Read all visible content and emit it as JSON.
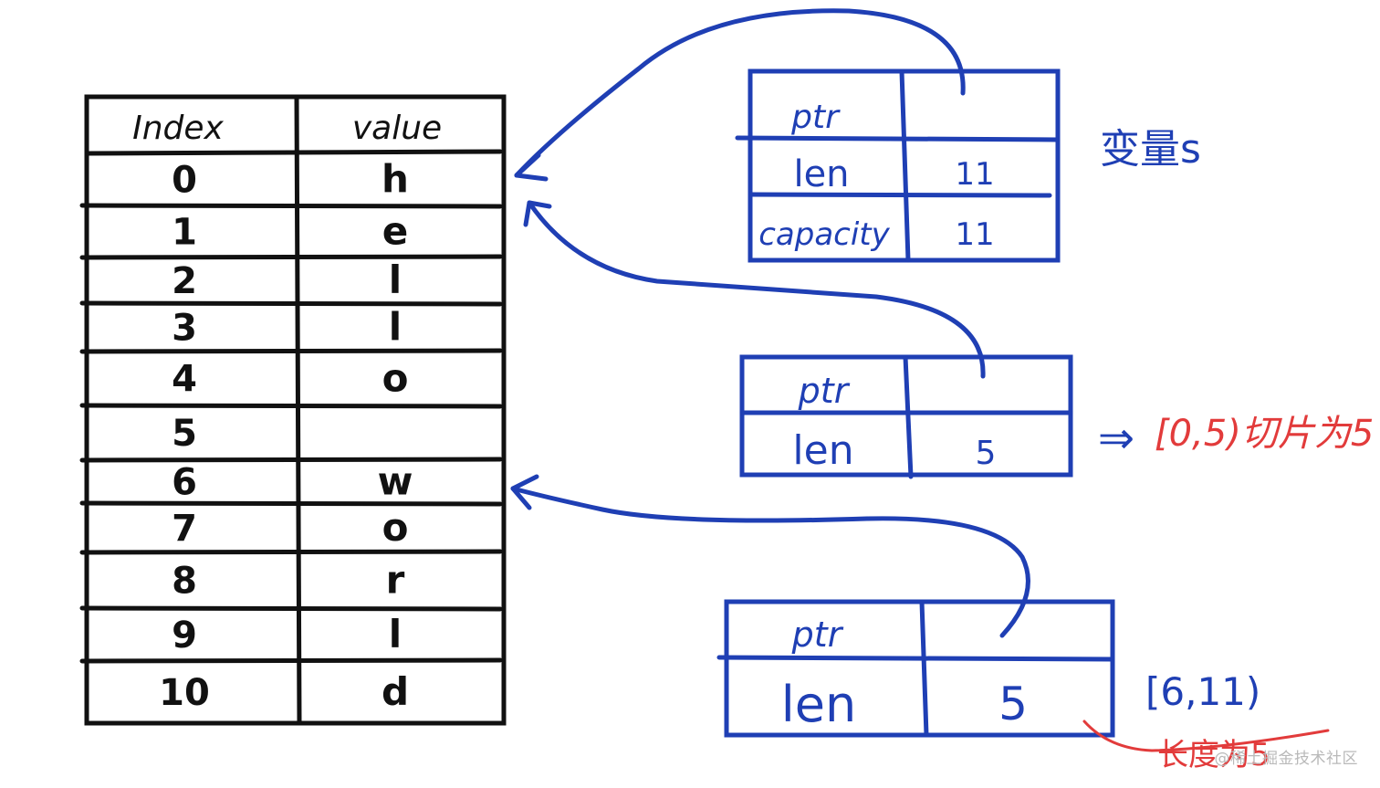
{
  "array_table": {
    "header_index": "Index",
    "header_value": "value",
    "rows": [
      {
        "index": "0",
        "value": "h"
      },
      {
        "index": "1",
        "value": "e"
      },
      {
        "index": "2",
        "value": "l"
      },
      {
        "index": "3",
        "value": "l"
      },
      {
        "index": "4",
        "value": "o"
      },
      {
        "index": "5",
        "value": ""
      },
      {
        "index": "6",
        "value": "w"
      },
      {
        "index": "7",
        "value": "o"
      },
      {
        "index": "8",
        "value": "r"
      },
      {
        "index": "9",
        "value": "l"
      },
      {
        "index": "10",
        "value": "d"
      }
    ]
  },
  "variable_s": {
    "label": "变量s",
    "fields": [
      {
        "name": "ptr",
        "value": ""
      },
      {
        "name": "len",
        "value": "11"
      },
      {
        "name": "capacity",
        "value": "11"
      }
    ]
  },
  "slice_hello": {
    "fields": [
      {
        "name": "ptr",
        "value": ""
      },
      {
        "name": "len",
        "value": "5"
      }
    ],
    "arrow": "⇒",
    "annotation": "[0,5)切片为5"
  },
  "slice_world": {
    "fields": [
      {
        "name": "ptr",
        "value": ""
      },
      {
        "name": "len",
        "value": "5"
      }
    ],
    "range_label": "[6,11)",
    "annotation": "长度为5"
  },
  "watermark": "@稀土掘金技术社区",
  "colors": {
    "ink_black": "#111111",
    "ink_blue": "#1f3fb4",
    "ink_red": "#e23b3b"
  }
}
